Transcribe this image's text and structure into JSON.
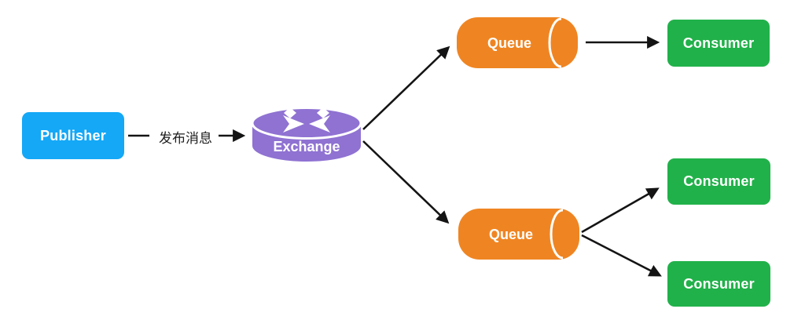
{
  "diagram": {
    "type": "message-flow",
    "colors": {
      "publisher": "#14a8f7",
      "exchange": "#8f72d2",
      "queue": "#ef8522",
      "consumer": "#21b14a",
      "arrow": "#141414",
      "node_text": "#ffffff",
      "edge_label_text": "#1d1d1d",
      "background": "#ffffff"
    },
    "nodes": {
      "publisher": {
        "label": "Publisher",
        "shape": "rounded-rect"
      },
      "exchange": {
        "label": "Exchange",
        "shape": "vertical-cylinder"
      },
      "queue_top": {
        "label": "Queue",
        "shape": "horizontal-cylinder"
      },
      "queue_bottom": {
        "label": "Queue",
        "shape": "horizontal-cylinder"
      },
      "consumer_top": {
        "label": "Consumer",
        "shape": "rounded-rect"
      },
      "consumer_middle": {
        "label": "Consumer",
        "shape": "rounded-rect"
      },
      "consumer_bottom": {
        "label": "Consumer",
        "shape": "rounded-rect"
      }
    },
    "edges": [
      {
        "from": "publisher",
        "to": "exchange",
        "label": "发布消息"
      },
      {
        "from": "exchange",
        "to": "queue_top",
        "label": ""
      },
      {
        "from": "exchange",
        "to": "queue_bottom",
        "label": ""
      },
      {
        "from": "queue_top",
        "to": "consumer_top",
        "label": ""
      },
      {
        "from": "queue_bottom",
        "to": "consumer_middle",
        "label": ""
      },
      {
        "from": "queue_bottom",
        "to": "consumer_bottom",
        "label": ""
      }
    ]
  }
}
